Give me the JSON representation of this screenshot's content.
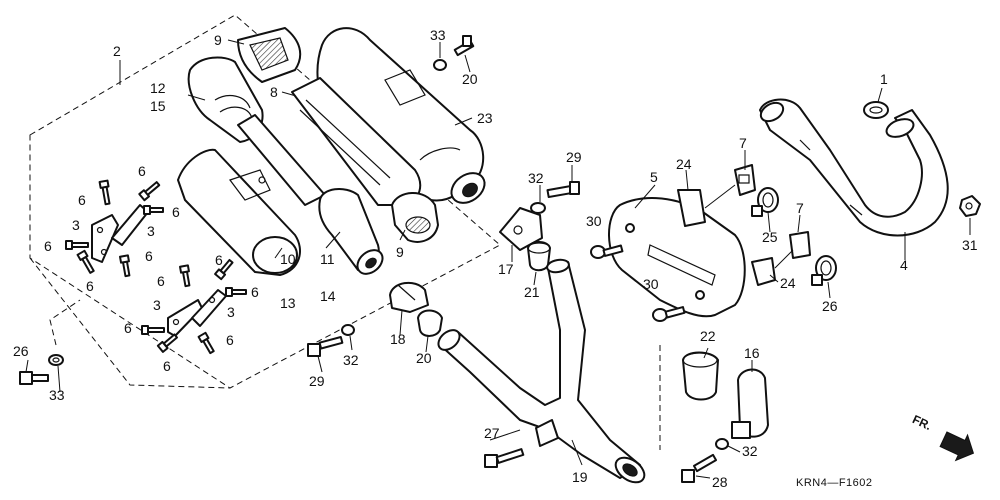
{
  "diagram_code": "KRN4—F1602",
  "direction_label": "FR.",
  "callouts": [
    "1",
    "2",
    "3",
    "3",
    "3",
    "3",
    "4",
    "5",
    "6",
    "6",
    "6",
    "6",
    "6",
    "6",
    "6",
    "6",
    "6",
    "6",
    "6",
    "6",
    "7",
    "7",
    "8",
    "9",
    "9",
    "10",
    "11",
    "12",
    "13",
    "14",
    "15",
    "16",
    "17",
    "18",
    "19",
    "20",
    "20",
    "21",
    "22",
    "23",
    "24",
    "24",
    "25",
    "26",
    "26",
    "27",
    "28",
    "29",
    "29",
    "30",
    "30",
    "31",
    "32",
    "32",
    "32",
    "33",
    "33"
  ]
}
